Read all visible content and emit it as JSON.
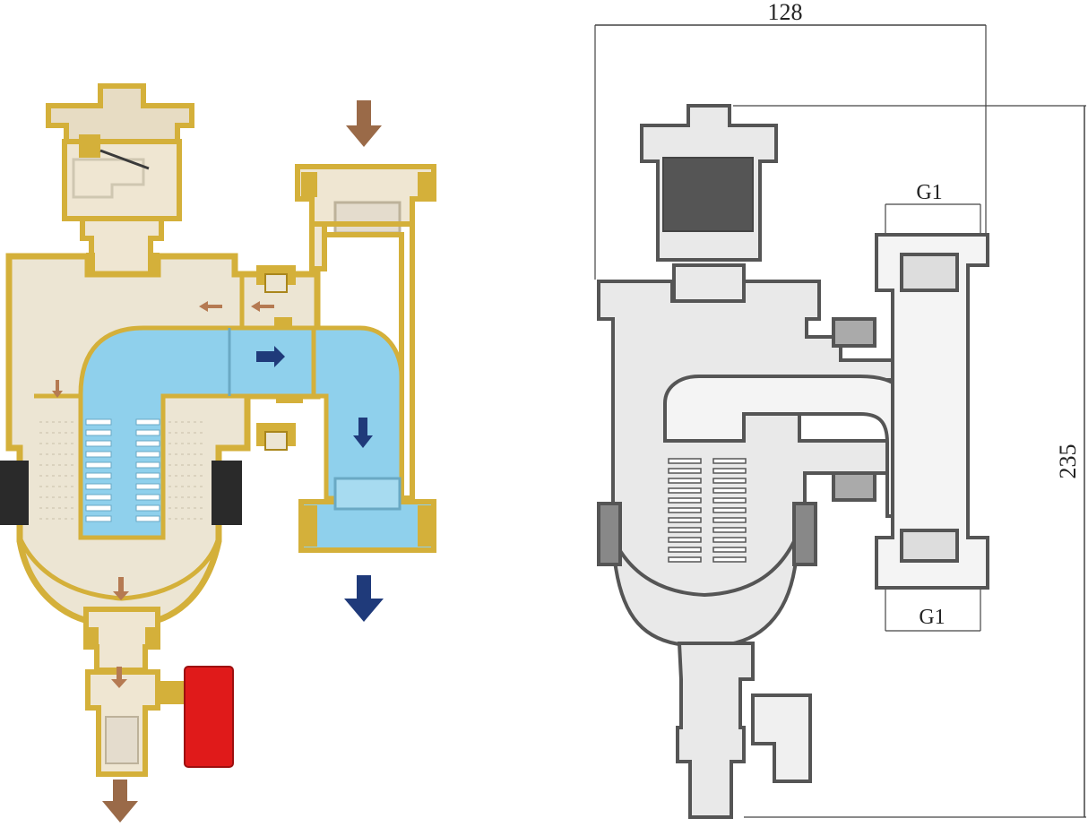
{
  "drawing": {
    "dimensions": {
      "width_label": "128",
      "height_label": "235",
      "inlet_thread": "G1",
      "outlet_thread": "G1"
    }
  },
  "colors": {
    "brass": "#d4b03a",
    "brass_dark": "#a9861c",
    "body_fill": "#ece5d3",
    "water": "#8fd0ec",
    "flow_in_arrow": "#9a6a48",
    "flow_out_arrow": "#1f3a7a",
    "valve_handle": "#e01a1a",
    "seal": "#2a2a2a",
    "line_art": "#555555",
    "line_art_fill": "#e9e9e9"
  }
}
